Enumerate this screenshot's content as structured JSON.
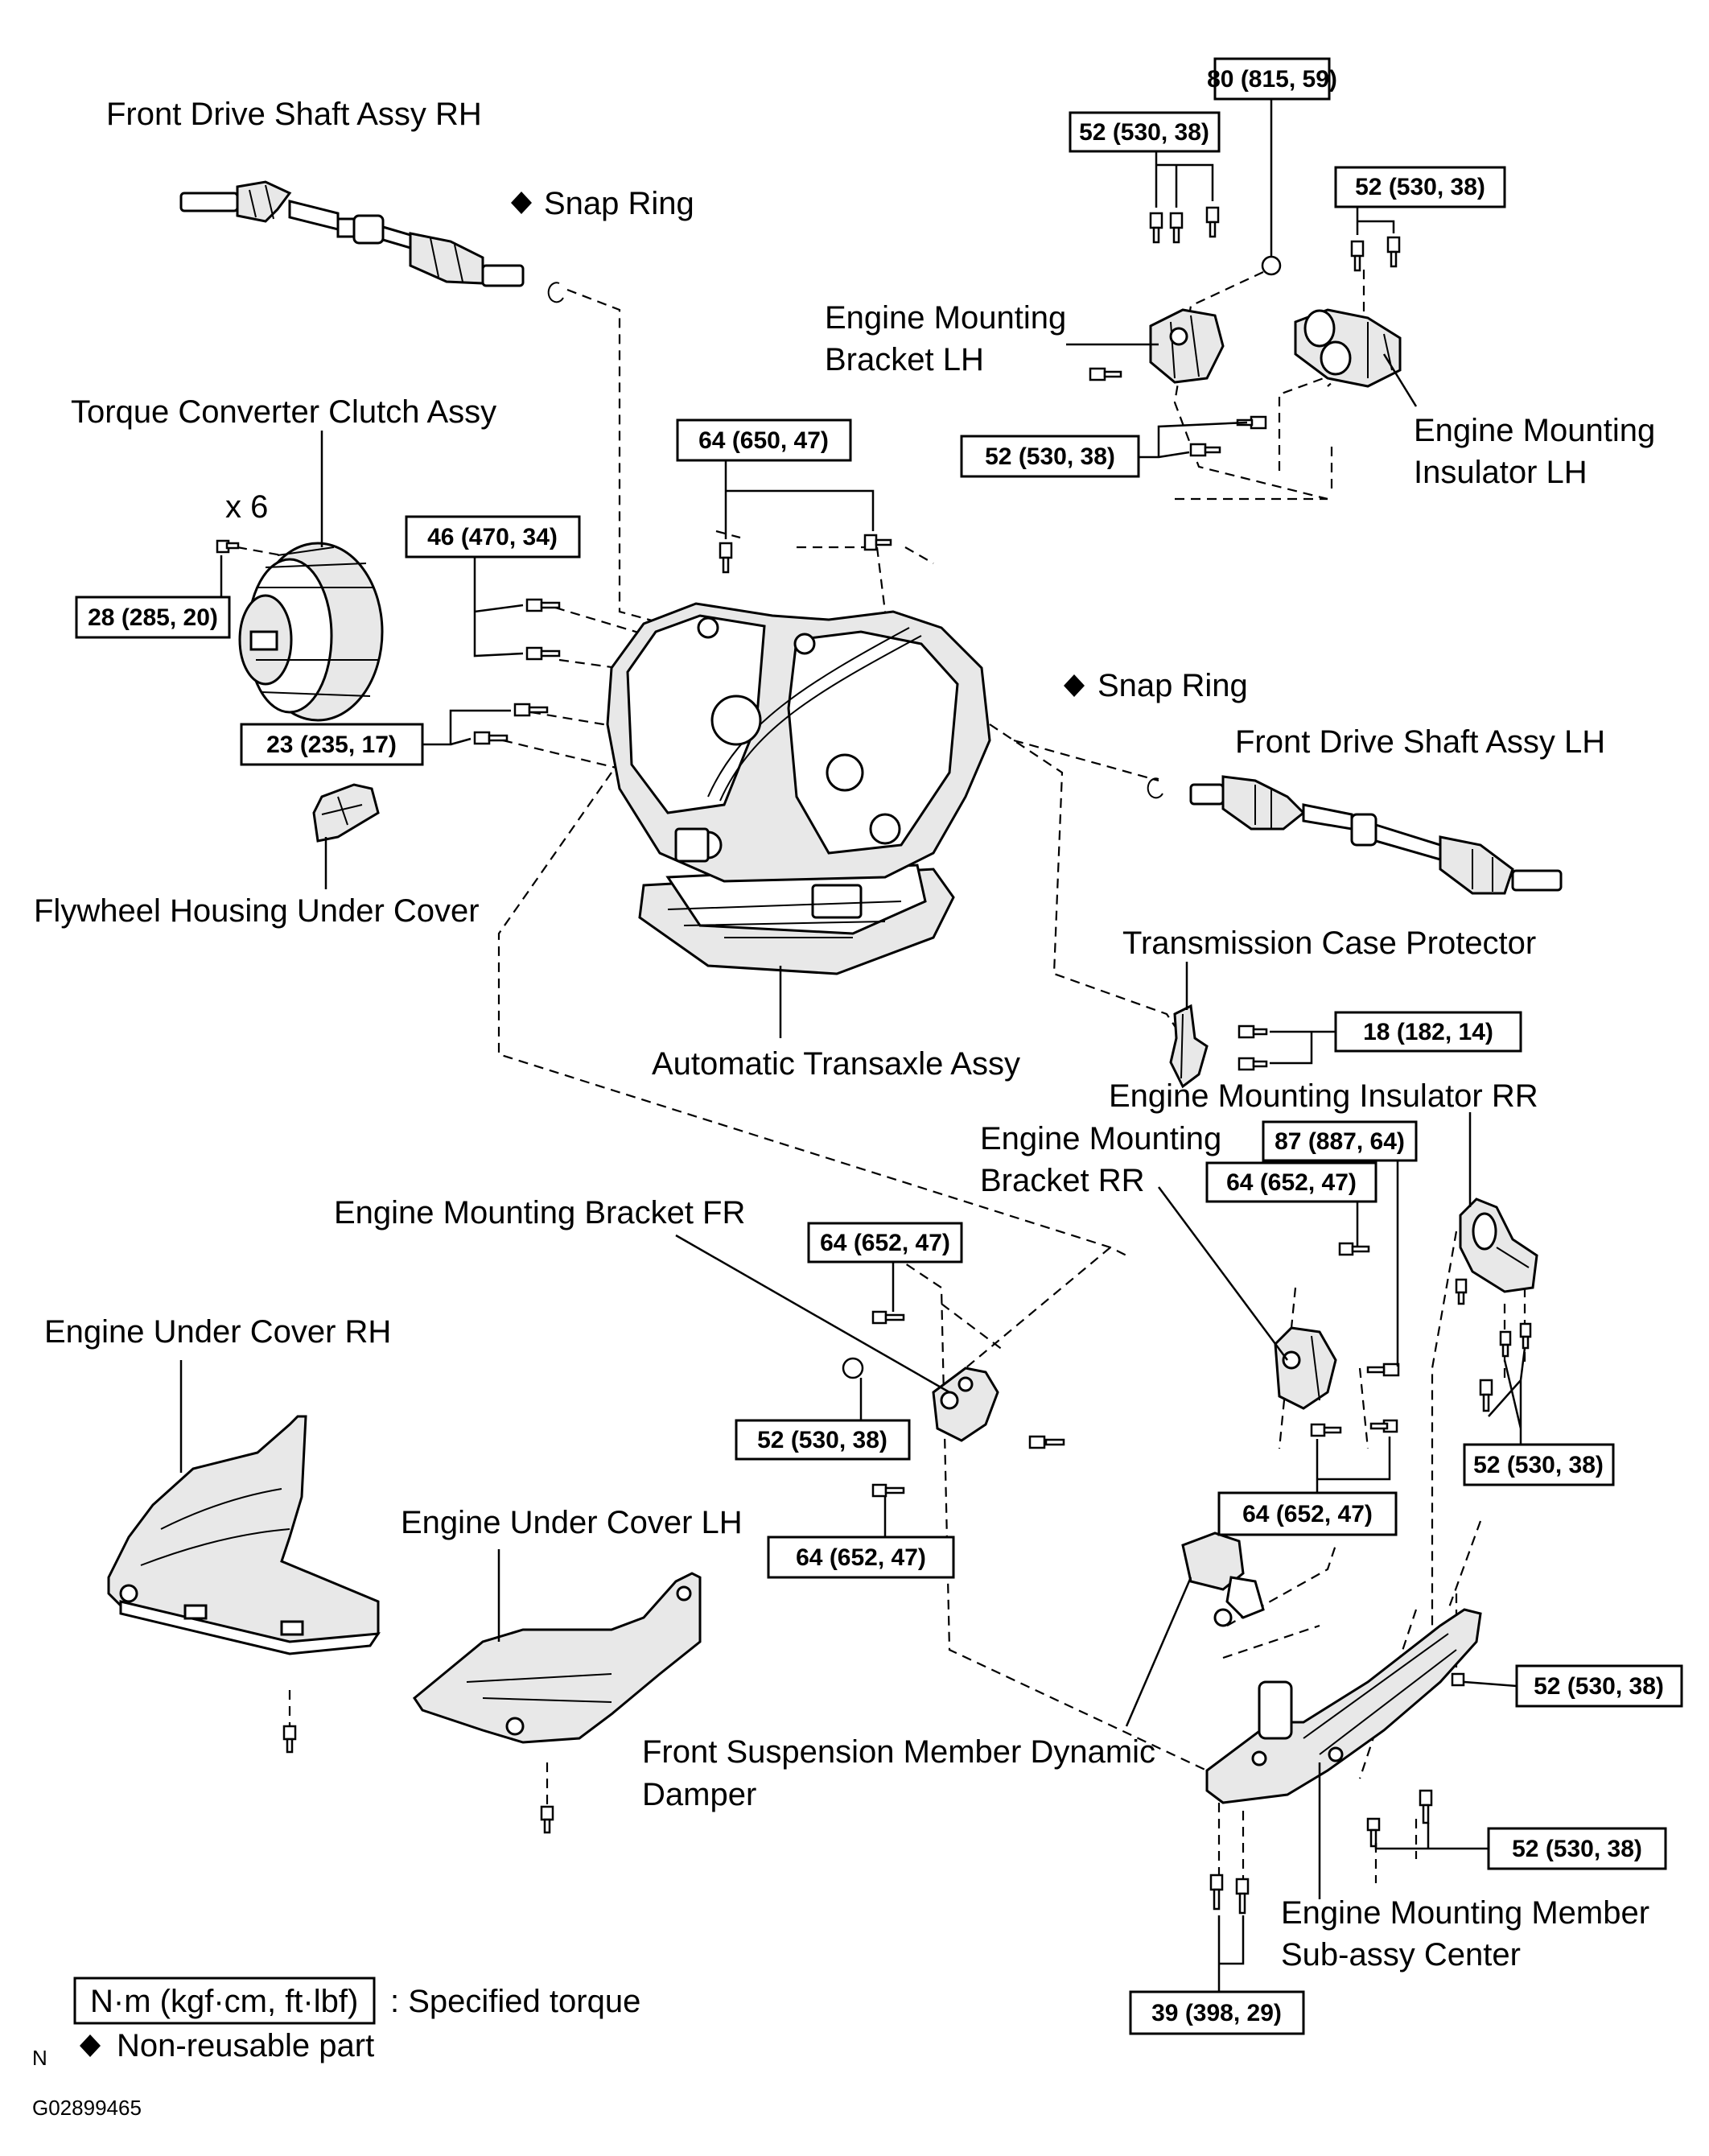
{
  "labels": {
    "front_drive_shaft_rh": "Front Drive Shaft Assy RH",
    "snap_ring_top": "Snap Ring",
    "engine_mounting_bracket_lh_1": "Engine Mounting",
    "engine_mounting_bracket_lh_2": "Bracket LH",
    "engine_mounting_insulator_lh_1": "Engine Mounting",
    "engine_mounting_insulator_lh_2": "Insulator LH",
    "torque_converter": "Torque Converter Clutch Assy",
    "times_six": "x 6",
    "snap_ring_right": "Snap Ring",
    "front_drive_shaft_lh": "Front Drive Shaft Assy LH",
    "flywheel_housing_under_cover": "Flywheel Housing Under Cover",
    "transmission_case_protector": "Transmission Case Protector",
    "automatic_transaxle": "Automatic Transaxle Assy",
    "engine_mounting_insulator_rr": "Engine Mounting Insulator RR",
    "engine_mounting_bracket_rr_1": "Engine Mounting",
    "engine_mounting_bracket_rr_2": "Bracket RR",
    "engine_mounting_bracket_fr": "Engine Mounting Bracket FR",
    "engine_under_cover_rh": "Engine Under Cover RH",
    "engine_under_cover_lh": "Engine Under Cover LH",
    "dynamic_damper_1": "Front Suspension Member Dynamic",
    "dynamic_damper_2": "Damper",
    "mounting_member_1": "Engine Mounting Member",
    "mounting_member_2": "Sub-assy  Center"
  },
  "torques": {
    "t80": "80 (815, 59)",
    "t52_bracket_lh": "52 (530, 38)",
    "t52_insulator_lh": "52 (530, 38)",
    "t64_top": "64 (650, 47)",
    "t52_insulator_lower": "52 (530, 38)",
    "t46": "46 (470, 34)",
    "t28": "28 (285, 20)",
    "t23": "23 (235, 17)",
    "t18": "18 (182, 14)",
    "t87": "87 (887, 64)",
    "t64_bracket_rr": "64 (652, 47)",
    "t64_bracket_fr_top": "64 (652, 47)",
    "t52_bracket_fr": "52 (530, 38)",
    "t64_bracket_fr_bottom": "64 (652, 47)",
    "t52_insulator_rr": "52 (530, 38)",
    "t64_bracket_rr_bottom": "64 (652, 47)",
    "t52_member_right": "52 (530, 38)",
    "t52_member_lower": "52 (530, 38)",
    "t39": "39 (398, 29)"
  },
  "legend": {
    "unit": "N·m (kgf·cm, ft·lbf)",
    "unit_desc": ": Specified torque",
    "non_reusable": "Non-reusable part"
  },
  "footer": {
    "n_mark": "N",
    "figure_id": "G02899465"
  }
}
